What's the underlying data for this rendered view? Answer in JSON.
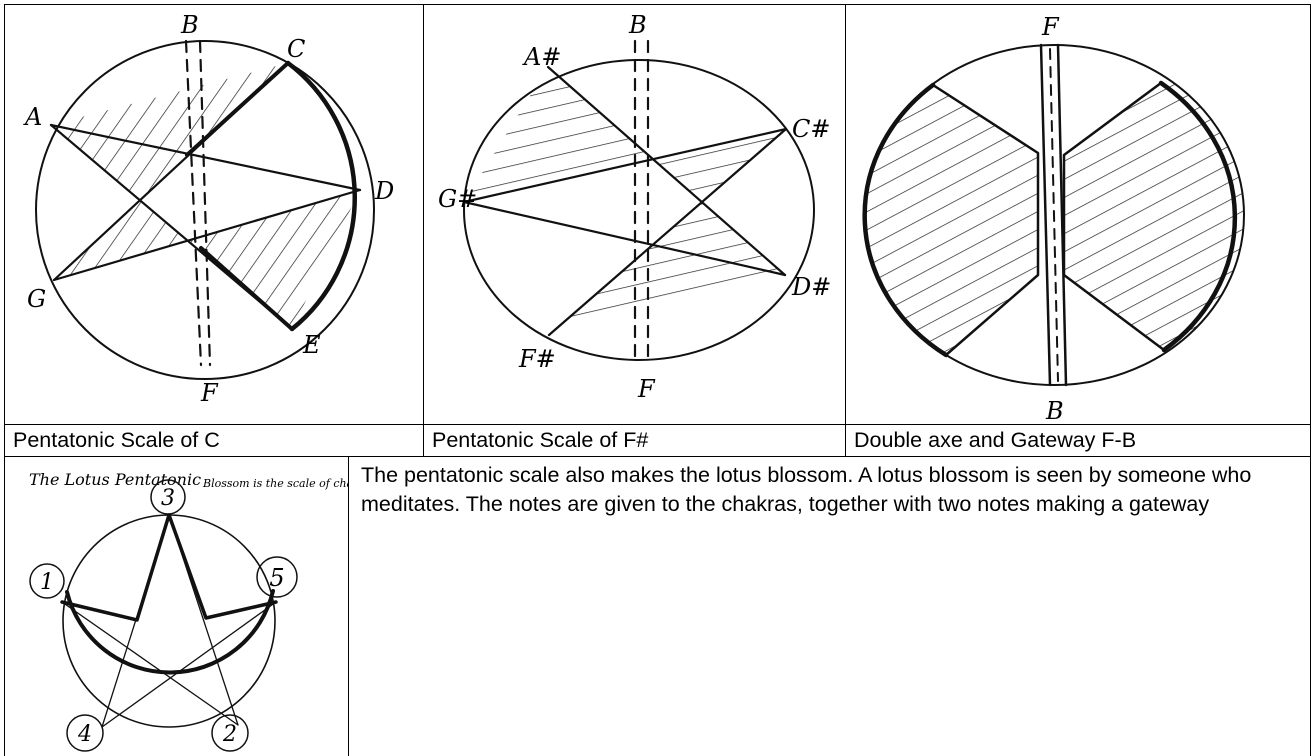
{
  "figures": [
    {
      "caption": "Pentatonic Scale of C",
      "labels": {
        "top": "B",
        "bottom": "F",
        "n1": "C",
        "n2": "D",
        "n3": "E",
        "n4": "G",
        "n5": "A"
      }
    },
    {
      "caption": "Pentatonic Scale of F#",
      "labels": {
        "top": "B",
        "bottom": "F",
        "n1": "A#",
        "n2": "C#",
        "n3": "D#",
        "n4": "F#",
        "n5": "G#"
      }
    },
    {
      "caption": "Double axe and Gateway F-B",
      "labels": {
        "top": "F",
        "bottom": "B"
      }
    }
  ],
  "lotus": {
    "title_left": "The Lotus Pentatonic",
    "title_right": "Blossom is the scale of chakras.",
    "chakras": [
      "1",
      "2",
      "3",
      "4",
      "5"
    ]
  },
  "description": "The pentatonic scale also makes the lotus blossom. A lotus blossom is seen by someone who meditates.  The notes are given to the chakras, together with two notes making a gateway"
}
